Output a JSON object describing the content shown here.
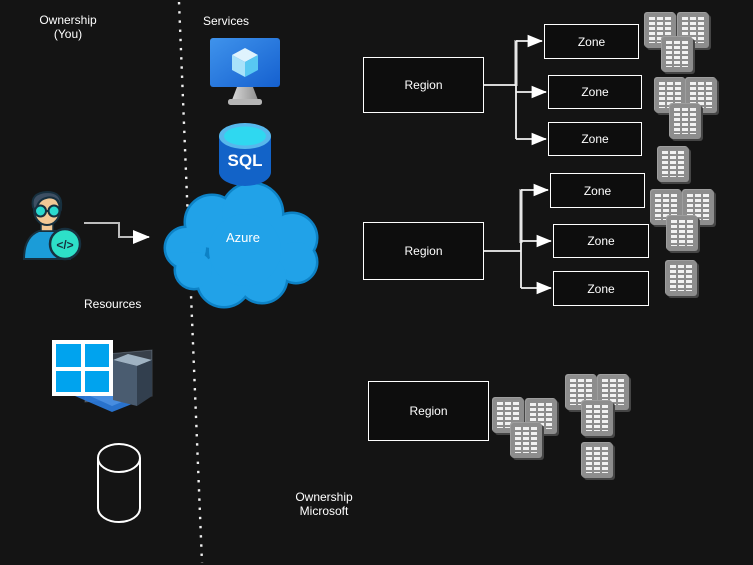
{
  "left_panel": {
    "ownership_title_line1": "Ownership",
    "ownership_title_line2": "(You)",
    "services_label": "Services",
    "resources_label": "Resources"
  },
  "cloud": {
    "label": "Azure"
  },
  "bottom_panel": {
    "ownership_title_line1": "Ownership",
    "ownership_title_line2": "Microsoft"
  },
  "regions": [
    {
      "label": "Region",
      "zones": [
        "Zone",
        "Zone",
        "Zone"
      ]
    },
    {
      "label": "Region",
      "zones": [
        "Zone",
        "Zone",
        "Zone"
      ]
    },
    {
      "label": "Region",
      "zones": []
    }
  ],
  "icons": {
    "developer_avatar": "developer-avatar-icon",
    "code_badge_text": "</>",
    "vm_monitor": "azure-vm-monitor-icon",
    "sql_database": "azure-sql-database-icon",
    "sql_text": "SQL",
    "windows_logo": "windows-logo-icon",
    "server_machine_3d": "server-machine-3d-icon",
    "database_cylinder": "database-cylinder-icon",
    "server_rack": "server-rack-icon",
    "azure_cloud": "azure-cloud-icon"
  },
  "colors": {
    "background": "#141414",
    "box_border": "#ffffff",
    "connector": "#f2f2f2",
    "connector_thick": "#7d7d7d",
    "cloud_fill": "#21a2e8",
    "cloud_outline": "#0d82c6",
    "rack_gray": "#8d8d8d",
    "windows_blue": "#00a3ee",
    "sql_cyan": "#2fd8f0",
    "monitor_blue": "#2a7de0",
    "teal_accent": "#2de0c8",
    "shirt_blue": "#1b9cd8"
  }
}
